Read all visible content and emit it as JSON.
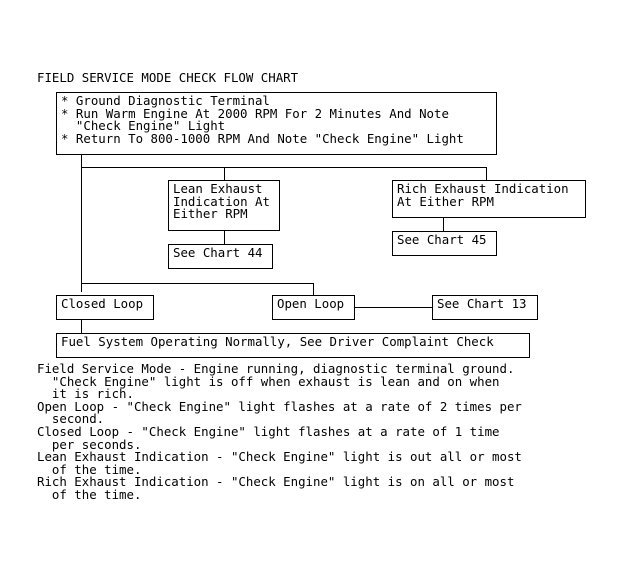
{
  "title": "FIELD SERVICE MODE CHECK FLOW CHART",
  "nodes": {
    "start": [
      "* Ground Diagnostic Terminal",
      "* Run Warm Engine At 2000 RPM For 2 Minutes And Note",
      "  \"Check Engine\" Light",
      "* Return To 800-1000 RPM And Note \"Check Engine\" Light"
    ],
    "lean": [
      "Lean Exhaust",
      "Indication At",
      "Either RPM"
    ],
    "rich": [
      "Rich Exhaust Indication",
      "At Either RPM"
    ],
    "chart44": [
      "See Chart 44"
    ],
    "chart45": [
      "See Chart 45"
    ],
    "closed_loop": [
      "Closed Loop"
    ],
    "open_loop": [
      "Open Loop"
    ],
    "chart13": [
      "See Chart 13"
    ],
    "normal": [
      "Fuel System Operating Normally, See Driver Complaint Check"
    ]
  },
  "notes": [
    "Field Service Mode - Engine running, diagnostic terminal ground.",
    "  \"Check Engine\" light is off when exhaust is lean and on when",
    "  it is rich.",
    "Open Loop - \"Check Engine\" light flashes at a rate of 2 times per",
    "  second.",
    "Closed Loop - \"Check Engine\" light flashes at a rate of 1 time",
    "  per seconds.",
    "Lean Exhaust Indication - \"Check Engine\" light is out all or most",
    "  of the time.",
    "Rich Exhaust Indication - \"Check Engine\" light is on all or most",
    "  of the time."
  ]
}
